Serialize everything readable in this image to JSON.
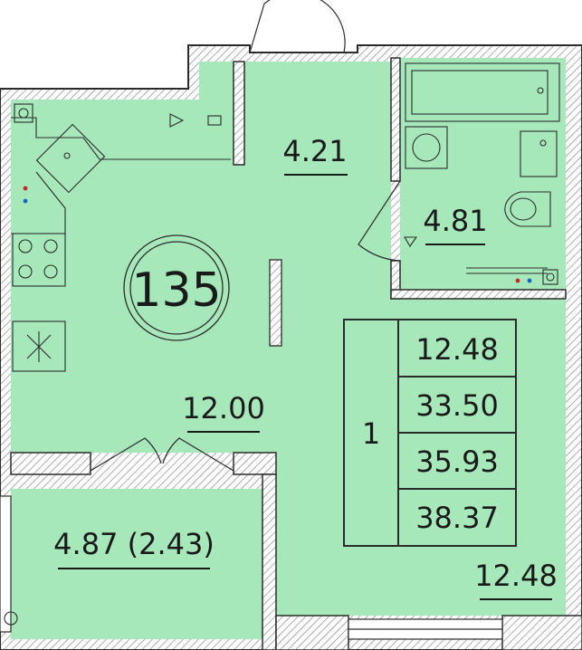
{
  "apartment": {
    "number": "135",
    "rooms": "1",
    "totals": [
      "12.48",
      "33.50",
      "35.93",
      "38.37"
    ],
    "room_areas": {
      "kitchen_living": "12.00",
      "hallway": "4.21",
      "bathroom": "4.81",
      "balcony": "4.87 (2.43)",
      "bedroom": "12.48"
    }
  },
  "colors": {
    "room_fill": "#a7e8bb",
    "wall": "#2b2b2b",
    "wall_hatch": "#8a8a8a"
  }
}
